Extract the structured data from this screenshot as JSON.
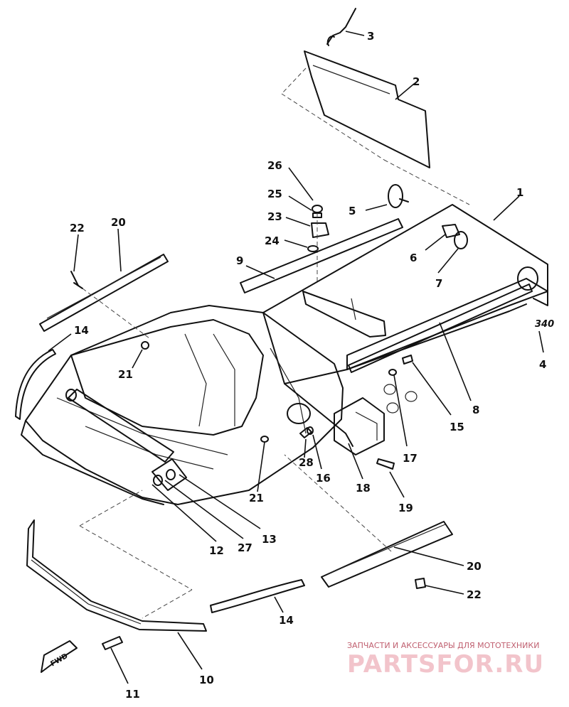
{
  "callouts": [
    {
      "id": "3",
      "text": "3"
    },
    {
      "id": "2",
      "text": "2"
    },
    {
      "id": "26",
      "text": "26"
    },
    {
      "id": "25",
      "text": "25"
    },
    {
      "id": "23",
      "text": "23"
    },
    {
      "id": "24",
      "text": "24"
    },
    {
      "id": "5",
      "text": "5"
    },
    {
      "id": "1",
      "text": "1"
    },
    {
      "id": "6",
      "text": "6"
    },
    {
      "id": "7",
      "text": "7"
    },
    {
      "id": "9",
      "text": "9"
    },
    {
      "id": "22a",
      "text": "22"
    },
    {
      "id": "20a",
      "text": "20"
    },
    {
      "id": "14a",
      "text": "14"
    },
    {
      "id": "21a",
      "text": "21"
    },
    {
      "id": "8",
      "text": "8"
    },
    {
      "id": "15",
      "text": "15"
    },
    {
      "id": "4",
      "text": "4"
    },
    {
      "id": "17",
      "text": "17"
    },
    {
      "id": "28",
      "text": "28"
    },
    {
      "id": "16",
      "text": "16"
    },
    {
      "id": "18",
      "text": "18"
    },
    {
      "id": "21b",
      "text": "21"
    },
    {
      "id": "19",
      "text": "19"
    },
    {
      "id": "13",
      "text": "13"
    },
    {
      "id": "12",
      "text": "12"
    },
    {
      "id": "27",
      "text": "27"
    },
    {
      "id": "20b",
      "text": "20"
    },
    {
      "id": "22b",
      "text": "22"
    },
    {
      "id": "14b",
      "text": "14"
    },
    {
      "id": "10",
      "text": "10"
    },
    {
      "id": "11",
      "text": "11"
    }
  ],
  "side_mark": "340",
  "fwd_label": "FWD",
  "watermark": {
    "tagline": "ЗАПЧАСТИ И АКСЕССУАРЫ ДЛЯ МОТОТЕХНИКИ",
    "logo": "PARTSFOR.RU"
  }
}
